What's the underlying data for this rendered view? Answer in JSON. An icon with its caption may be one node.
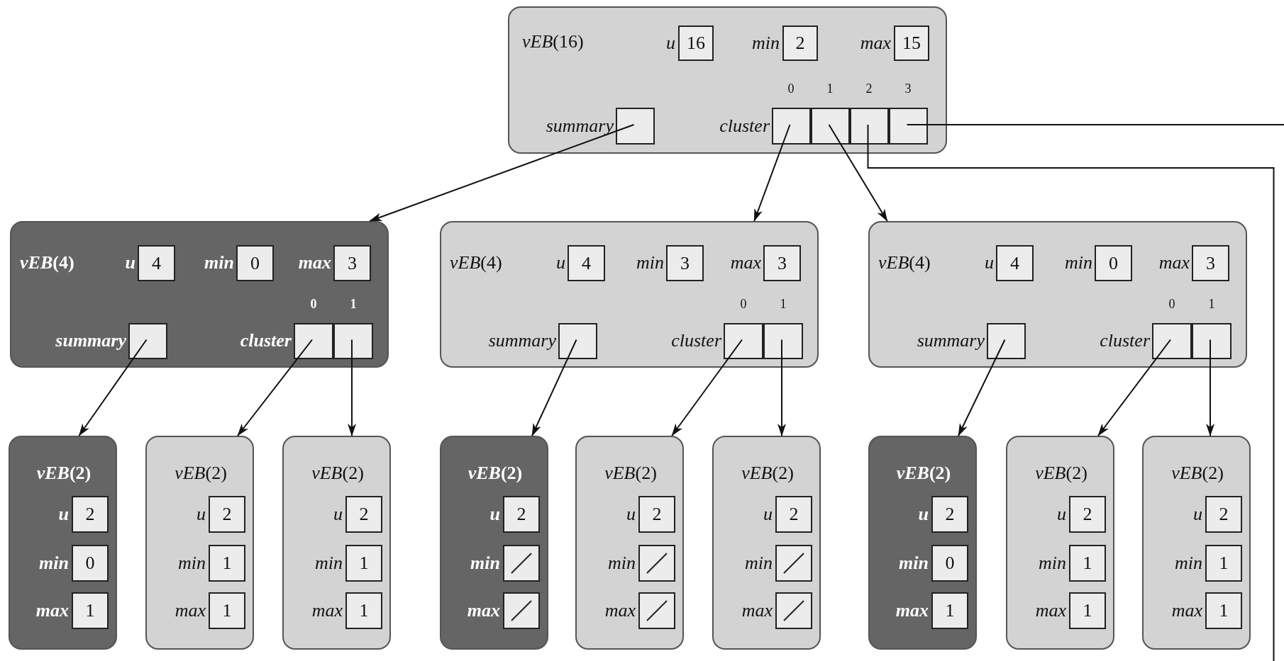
{
  "diagram": {
    "nodes": [
      {
        "text": [
          "*vEB*(16)",
          "u",
          "min",
          "max",
          "0",
          "1",
          "2",
          "3",
          "summary",
          "cluster"
        ]
      },
      {
        "text": [
          "16"
        ],
        "in": 0
      },
      {
        "text": [
          "2"
        ],
        "in": 0
      },
      {
        "text": [
          "15"
        ],
        "in": 0
      },
      {
        "text": [],
        "shape": "box",
        "in": 0
      },
      {
        "text": [],
        "shape": "box",
        "in": 0
      },
      {
        "text": [],
        "shape": "box",
        "in": 0
      },
      {
        "text": [],
        "shape": "box",
        "in": 0
      },
      {
        "text": [],
        "shape": "box",
        "in": 0
      },
      {
        "text": [
          "*vEB*(4)",
          "u",
          "min",
          "max",
          "0",
          "1",
          "summary",
          "cluster"
        ]
      },
      {
        "text": [
          "4"
        ],
        "in": 9
      },
      {
        "text": [
          "0"
        ],
        "in": 9
      },
      {
        "text": [
          "3"
        ],
        "in": 9
      },
      {
        "text": [],
        "shape": "box",
        "in": 9
      },
      {
        "text": [],
        "shape": "box",
        "in": 9
      },
      {
        "text": [],
        "shape": "box",
        "in": 9
      },
      {
        "text": [
          "*vEB*(4)",
          "u",
          "min",
          "max",
          "0",
          "1",
          "summary",
          "cluster"
        ]
      },
      {
        "text": [
          "4"
        ],
        "in": 16
      },
      {
        "text": [
          "3"
        ],
        "in": 16
      },
      {
        "text": [
          "3"
        ],
        "in": 16
      },
      {
        "text": [],
        "shape": "box",
        "in": 16
      },
      {
        "text": [],
        "shape": "box",
        "in": 16
      },
      {
        "text": [],
        "shape": "box",
        "in": 16
      },
      {
        "text": [
          "*vEB*(4)",
          "u",
          "min",
          "max",
          "0",
          "1",
          "summary",
          "cluster"
        ]
      },
      {
        "text": [
          "4"
        ],
        "in": 23
      },
      {
        "text": [
          "0"
        ],
        "in": 23
      },
      {
        "text": [
          "3"
        ],
        "in": 23
      },
      {
        "text": [],
        "shape": "box",
        "in": 23
      },
      {
        "text": [],
        "shape": "box",
        "in": 23
      },
      {
        "text": [],
        "shape": "box",
        "in": 23
      },
      {
        "text": [
          "*vEB*(2)",
          "u",
          "min",
          "max"
        ]
      },
      {
        "text": [
          "2"
        ],
        "in": 30
      },
      {
        "text": [
          "0"
        ],
        "in": 30
      },
      {
        "text": [
          "1"
        ],
        "in": 30
      },
      {
        "text": [
          "*vEB*(2)",
          "u",
          "min",
          "max"
        ]
      },
      {
        "text": [
          "2"
        ],
        "in": 34
      },
      {
        "text": [
          "1"
        ],
        "in": 34
      },
      {
        "text": [
          "1"
        ],
        "in": 34
      },
      {
        "text": [
          "*vEB*(2)",
          "u",
          "min",
          "max"
        ]
      },
      {
        "text": [
          "2"
        ],
        "in": 38
      },
      {
        "text": [
          "1"
        ],
        "in": 38
      },
      {
        "text": [
          "1"
        ],
        "in": 38
      },
      {
        "text": [
          "*vEB*(2)",
          "u",
          "min",
          "max"
        ]
      },
      {
        "text": [
          "2"
        ],
        "in": 42
      },
      {
        "text": [],
        "shape": "slash",
        "in": 42
      },
      {
        "text": [],
        "shape": "slash",
        "in": 42
      },
      {
        "text": [
          "*vEB*(2)",
          "u",
          "min",
          "max"
        ]
      },
      {
        "text": [
          "2"
        ],
        "in": 46
      },
      {
        "text": [],
        "shape": "slash",
        "in": 46
      },
      {
        "text": [],
        "shape": "slash",
        "in": 46
      },
      {
        "text": [
          "*vEB*(2)",
          "u",
          "min",
          "max"
        ]
      },
      {
        "text": [
          "2"
        ],
        "in": 50
      },
      {
        "text": [],
        "shape": "slash",
        "in": 50
      },
      {
        "text": [],
        "shape": "slash",
        "in": 50
      },
      {
        "text": [
          "*vEB*(2)",
          "u",
          "min",
          "max"
        ]
      },
      {
        "text": [
          "2"
        ],
        "in": 54
      },
      {
        "text": [
          "0"
        ],
        "in": 54
      },
      {
        "text": [
          "1"
        ],
        "in": 54
      },
      {
        "text": [
          "*vEB*(2)",
          "u",
          "min",
          "max"
        ]
      },
      {
        "text": [
          "2"
        ],
        "in": 58
      },
      {
        "text": [
          "1"
        ],
        "in": 58
      },
      {
        "text": [
          "1"
        ],
        "in": 58
      },
      {
        "text": [
          "*vEB*(2)",
          "u",
          "min",
          "max"
        ]
      },
      {
        "text": [
          "2"
        ],
        "in": 62
      },
      {
        "text": [
          "1"
        ],
        "in": 62
      },
      {
        "text": [
          "1"
        ],
        "in": 62
      }
    ],
    "edges": [
      {
        "from": 4,
        "to": 9,
        "arrow": "to"
      },
      {
        "from": 5,
        "to": 16,
        "arrow": "to"
      },
      {
        "from": 6,
        "to": 23,
        "arrow": "to"
      },
      {
        "from": 7,
        "to": null,
        "arrow": "none"
      },
      {
        "from": 8,
        "to": null,
        "arrow": "none"
      },
      {
        "from": 13,
        "to": 30,
        "arrow": "to"
      },
      {
        "from": 14,
        "to": 34,
        "arrow": "to"
      },
      {
        "from": 15,
        "to": 38,
        "arrow": "to"
      },
      {
        "from": 20,
        "to": 42,
        "arrow": "to"
      },
      {
        "from": 21,
        "to": 46,
        "arrow": "to"
      },
      {
        "from": 22,
        "to": 50,
        "arrow": "to"
      },
      {
        "from": 27,
        "to": 54,
        "arrow": "to"
      },
      {
        "from": 28,
        "to": 58,
        "arrow": "to"
      },
      {
        "from": 29,
        "to": 62,
        "arrow": "to"
      }
    ]
  }
}
